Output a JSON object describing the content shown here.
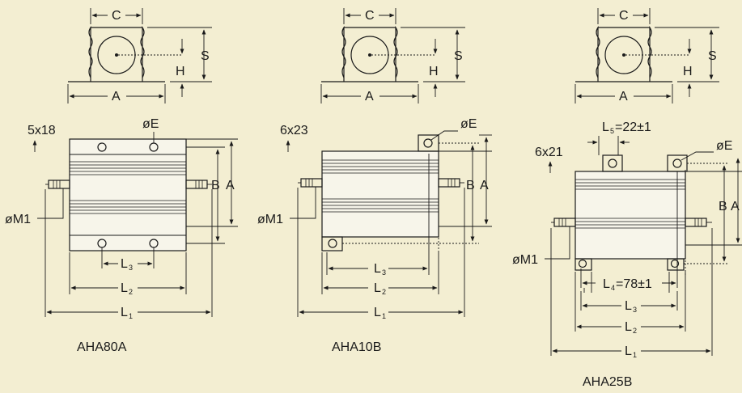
{
  "labels": {
    "A": "A",
    "B": "B",
    "C": "C",
    "S": "S",
    "H": "H",
    "E": "øE",
    "M": "øM1",
    "L": "L",
    "s1": "1",
    "s2": "2",
    "s3": "3",
    "s4": "4",
    "s5": "5"
  },
  "models": [
    {
      "name": "AHA80A",
      "screw": "5x18"
    },
    {
      "name": "AHA10B",
      "screw": "6x23"
    },
    {
      "name": "AHA25B",
      "screw": "6x21",
      "l4": "=78±1",
      "l5": "=22±1"
    }
  ],
  "colors": {
    "background": "#f3eed2",
    "ink": "#1a1a1a"
  }
}
